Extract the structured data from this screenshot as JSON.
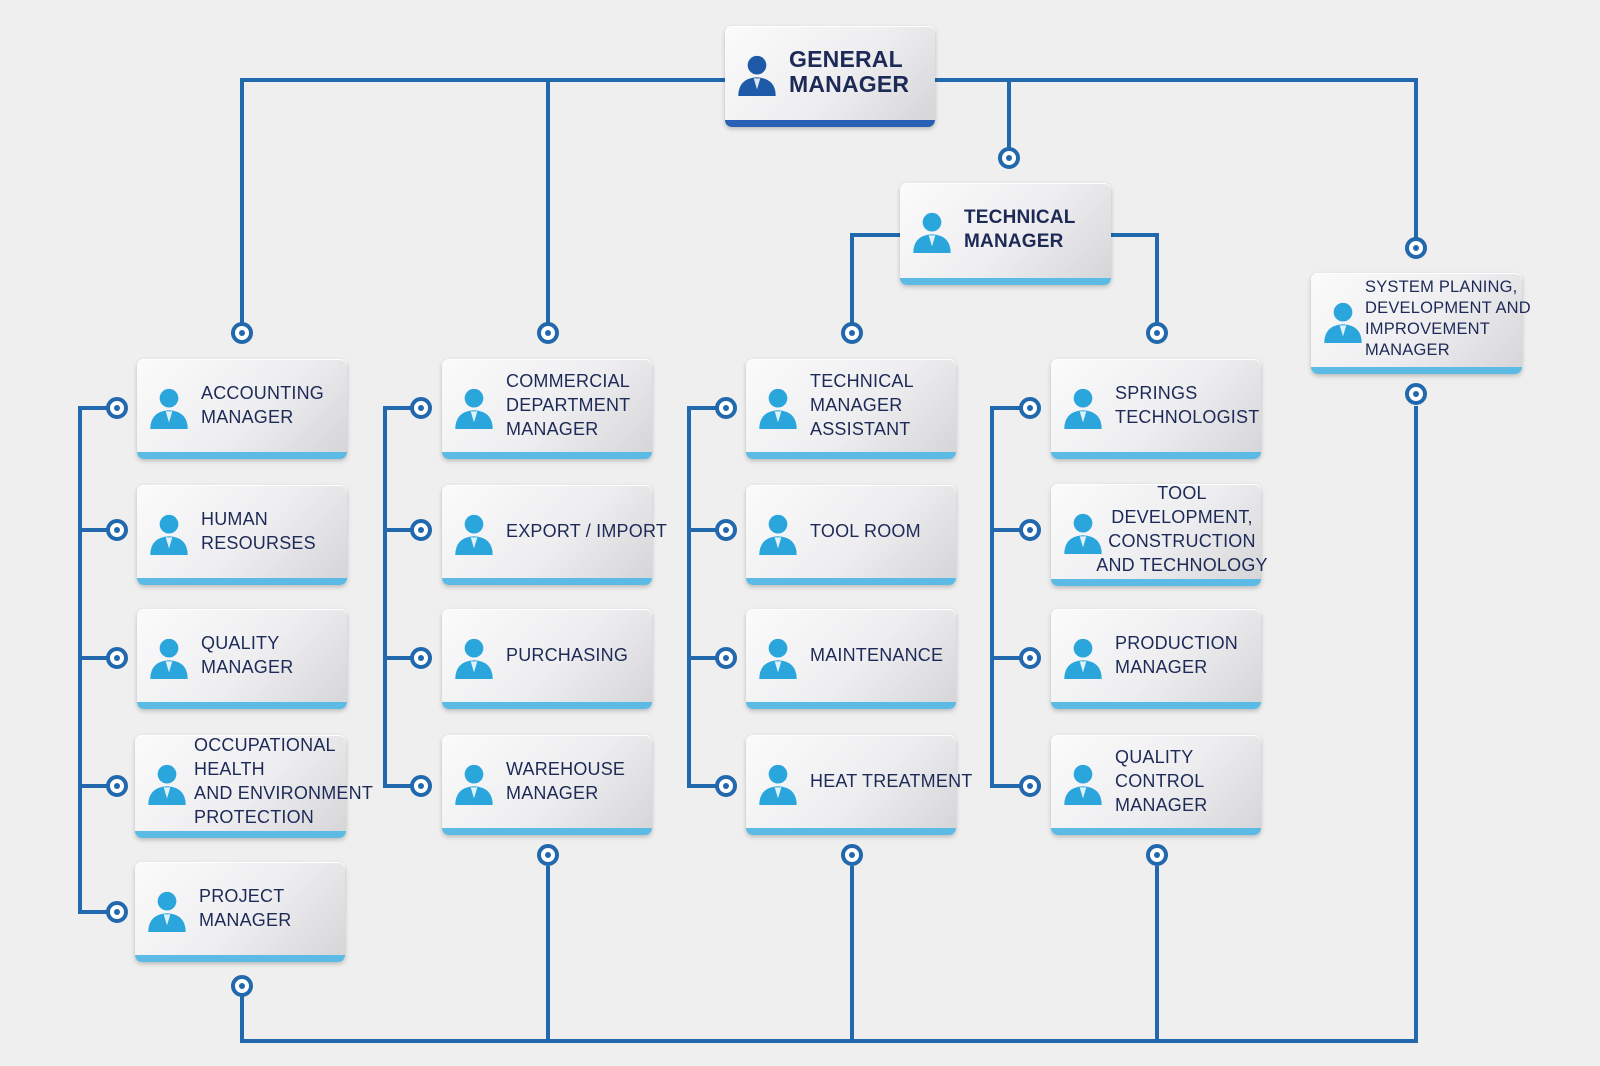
{
  "colors": {
    "line": "#2168ac",
    "accent_light": "#5bbbe4",
    "accent_dark": "#2a61b6",
    "text": "#1d2a57",
    "icon": "#2aa6dd"
  },
  "icon": "person-silhouette-icon",
  "nodes": {
    "general_manager": [
      "GENERAL",
      "MANAGER"
    ],
    "technical_manager": [
      "TECHNICAL",
      "MANAGER"
    ],
    "system_planing": [
      "SYSTEM PLANING,",
      "DEVELOPMENT AND",
      "IMPROVEMENT",
      "MANAGER"
    ],
    "accounting_manager": [
      "ACCOUNTING",
      "MANAGER"
    ],
    "human_resourses": [
      "HUMAN",
      "RESOURSES"
    ],
    "quality_manager": [
      "QUALITY",
      "MANAGER"
    ],
    "occupational_health": [
      "OCCUPATIONAL",
      "HEALTH",
      "AND ENVIRONMENT",
      "PROTECTION"
    ],
    "project_manager": [
      "PROJECT",
      "MANAGER"
    ],
    "commercial_department_manager": [
      "COMMERCIAL",
      "DEPARTMENT",
      "MANAGER"
    ],
    "export_import": [
      "EXPORT / IMPORT"
    ],
    "purchasing": [
      "PURCHASING"
    ],
    "warehouse_manager": [
      "WAREHOUSE",
      "MANAGER"
    ],
    "technical_manager_assistant": [
      "TECHNICAL",
      "MANAGER",
      "ASSISTANT"
    ],
    "tool_room": [
      "TOOL ROOM"
    ],
    "maintenance": [
      "MAINTENANCE"
    ],
    "heat_treatment": [
      "HEAT TREATMENT"
    ],
    "springs_technologist": [
      "SPRINGS",
      "TECHNOLOGIST"
    ],
    "tool_development": [
      "TOOL",
      "DEVELOPMENT,",
      "CONSTRUCTION",
      "AND TECHNOLOGY"
    ],
    "production_manager": [
      "PRODUCTION",
      "MANAGER"
    ],
    "quality_control_manager": [
      "QUALITY",
      "CONTROL",
      "MANAGER"
    ]
  },
  "edges": [
    [
      "general_manager",
      "technical_manager"
    ],
    [
      "general_manager",
      "system_planing"
    ],
    [
      "general_manager",
      "accounting_manager"
    ],
    [
      "general_manager",
      "commercial_department_manager"
    ],
    [
      "technical_manager",
      "technical_manager_assistant"
    ],
    [
      "technical_manager",
      "springs_technologist"
    ],
    [
      "accounting_manager",
      "human_resourses"
    ],
    [
      "accounting_manager",
      "quality_manager"
    ],
    [
      "accounting_manager",
      "occupational_health"
    ],
    [
      "accounting_manager",
      "project_manager"
    ],
    [
      "commercial_department_manager",
      "export_import"
    ],
    [
      "commercial_department_manager",
      "purchasing"
    ],
    [
      "commercial_department_manager",
      "warehouse_manager"
    ],
    [
      "technical_manager_assistant",
      "tool_room"
    ],
    [
      "technical_manager_assistant",
      "maintenance"
    ],
    [
      "technical_manager_assistant",
      "heat_treatment"
    ],
    [
      "springs_technologist",
      "tool_development"
    ],
    [
      "springs_technologist",
      "production_manager"
    ],
    [
      "springs_technologist",
      "quality_control_manager"
    ]
  ]
}
